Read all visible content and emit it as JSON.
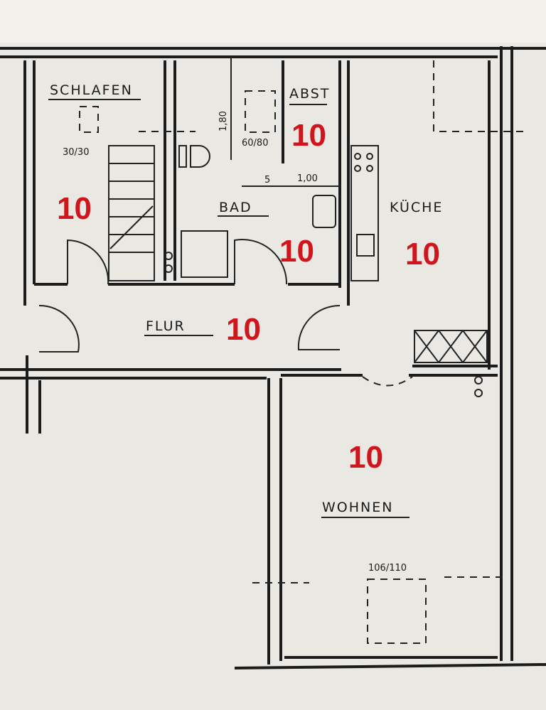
{
  "rooms": {
    "schlafen": {
      "label": "SCHLAFEN",
      "window": "30/30",
      "number": "10"
    },
    "bad": {
      "label": "BAD",
      "number": "10",
      "height_dim": "1,80",
      "window": "60/80"
    },
    "abst": {
      "label": "ABST",
      "number": "10"
    },
    "kueche": {
      "label": "KÜCHE",
      "number": "10"
    },
    "flur": {
      "label": "FLUR",
      "number": "10"
    },
    "wohnen": {
      "label": "WOHNEN",
      "number": "10",
      "window": "106/110"
    }
  },
  "dimensions": {
    "wall": "5",
    "width": "1,00"
  },
  "colors": {
    "paper": "#e9e8e2",
    "ink": "#1c1c1c",
    "marker": "#d0161c"
  }
}
